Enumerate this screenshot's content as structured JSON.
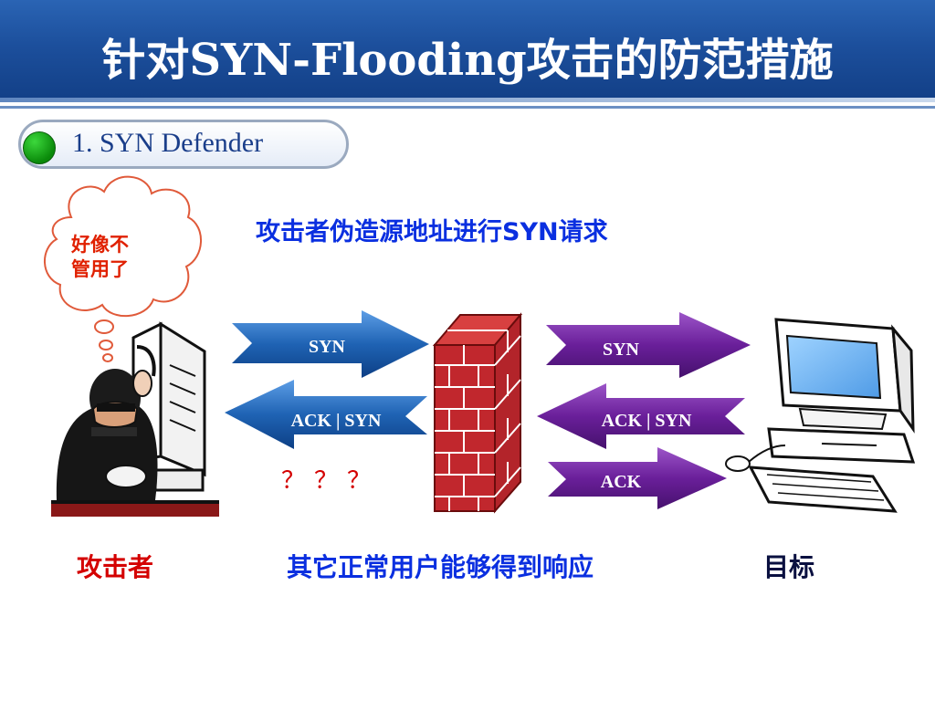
{
  "header": {
    "title": "针对SYN-Flooding攻击的防范措施"
  },
  "section": {
    "label": "1. SYN Defender"
  },
  "thought_bubble": {
    "line1": "好像不",
    "line2": "管用了"
  },
  "captions": {
    "top": "攻击者伪造源地址进行SYN请求",
    "bottom": "其它正常用户能够得到响应",
    "attacker": "攻击者",
    "target": "目标",
    "question_marks": "？？？"
  },
  "arrows": {
    "left_syn": "SYN",
    "left_ack_syn": "ACK | SYN",
    "right_syn": "SYN",
    "right_ack_syn": "ACK | SYN",
    "right_ack": "ACK"
  },
  "colors": {
    "header_blue": "#1c4f9c",
    "caption_blue": "#0a2fe0",
    "caption_red": "#d40000",
    "arrow_blue": "#1f63b4",
    "arrow_purple": "#6a1f9a",
    "firewall_brick": "#c1272d",
    "status_green": "#11a011"
  },
  "icons": [
    "attacker-illustration",
    "firewall-brick-wall",
    "desktop-computer-illustration",
    "thought-bubble",
    "green-dot-bullet"
  ]
}
